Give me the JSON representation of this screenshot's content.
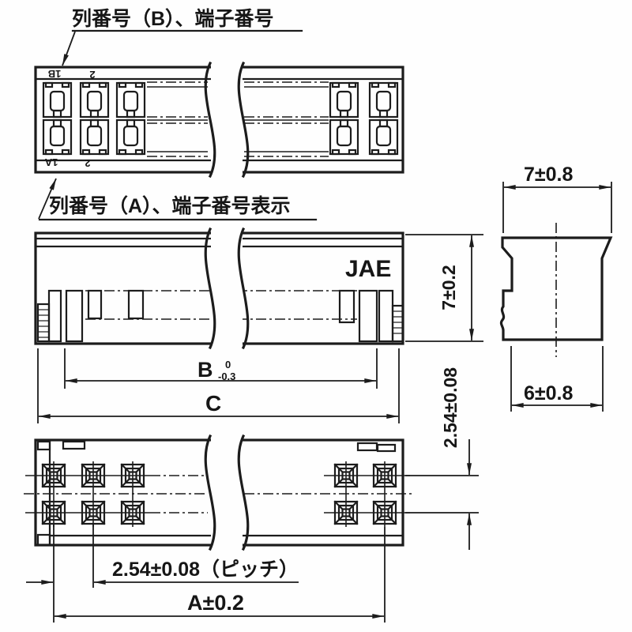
{
  "drawing": {
    "kind": "connector-housing-engineering-drawing",
    "brand": "JAE",
    "callouts": {
      "row_b": "列番号（B）、端子番号",
      "row_a": "列番号（A）、端子番号表示"
    },
    "terminal_labels": {
      "b1": "1B",
      "b2": "2",
      "a1": "1A",
      "a2": "2"
    },
    "dimensions": {
      "housing_height": "7±0.2",
      "row_pitch": "2.54±0.08",
      "contact_span": "B",
      "contact_span_tol_upper": "0",
      "contact_span_tol_lower": "-0.3",
      "overall_length": "C",
      "side_top_width": "7±0.8",
      "side_bottom_width": "6±0.8",
      "terminal_pitch": "2.54±0.08（ピッチ）",
      "terminal_span": "A±0.2"
    },
    "colors": {
      "line": "#1c1c1c",
      "background": "#fefefe"
    }
  }
}
